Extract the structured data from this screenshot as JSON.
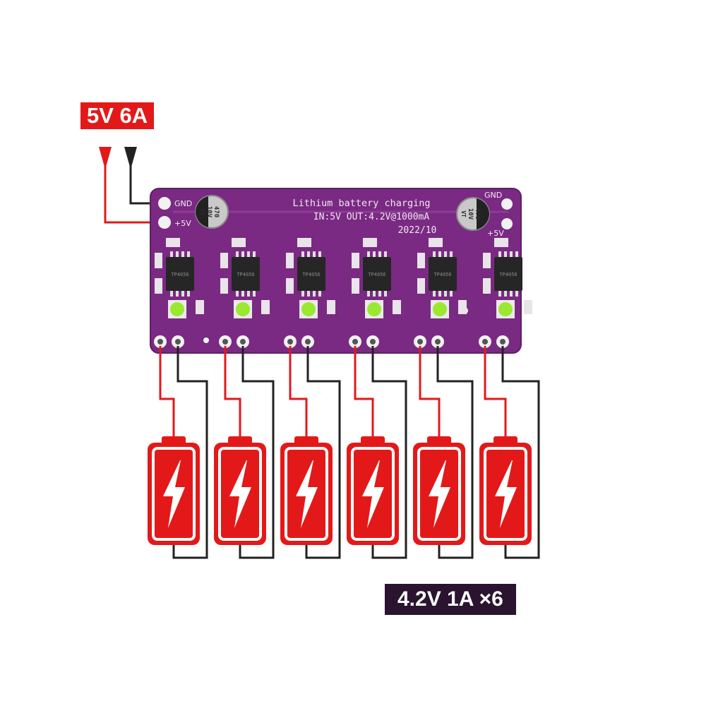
{
  "input_badge": "5V 6A",
  "output_badge": "4.2V 1A ×6",
  "board": {
    "title": "Lithium battery charging",
    "spec": "IN:5V OUT:4.2V@1000mA",
    "date": "2022/10",
    "gnd_label": "GND",
    "vin_label": "+5V"
  },
  "capacitor": {
    "value": "470",
    "voltage": "10V",
    "code": "VT"
  },
  "chip_marking": "TP4056",
  "channel_count": 6,
  "colors": {
    "board": "#7a2a82",
    "positive_wire": "#e31919",
    "negative_wire": "#222222",
    "battery": "#e31919",
    "led": "#9be830"
  },
  "icons": {
    "input_arrows": "arrow-down-icon",
    "battery": "battery-icon",
    "bolt": "lightning-bolt-icon",
    "led": "led-icon",
    "capacitor": "capacitor-icon",
    "chip": "chip-icon"
  }
}
